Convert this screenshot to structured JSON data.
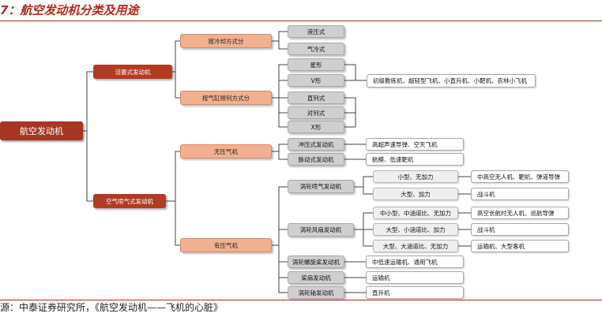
{
  "title": "7：航空发动机分类及用途",
  "source": "源：中泰证券研究所，《航空发动机——飞机的心脏》",
  "nodes": {
    "root": "航空发动机",
    "piston": "活塞式发动机",
    "airbreathing": "空气喷气式发动机",
    "by_cooling": "按冷却方式分",
    "by_cylinder": "按气缸排列方式分",
    "liquid_cooled": "液压式",
    "air_cooled": "气冷式",
    "star": "星形",
    "v": "V形",
    "inline": "直列式",
    "opposed": "对列式",
    "x": "X形",
    "compressorless": "无压气机",
    "compressor": "有压气机",
    "ramjet": "冲压式发动机",
    "pulsejet": "脉动式发动机",
    "turbojet": "涡轮喷气发动机",
    "turbofan": "涡轮风扇发动机",
    "turboprop": "涡轮螺旋桨发动机",
    "propfan": "桨扇发动机",
    "turboshaft": "涡轮轴发动机",
    "tj_small": "小型、无加力",
    "tj_large": "大型、加力",
    "tf_mid": "中小型、中涵道比、无加力",
    "tf_lowbypass": "大型、小涵道比、加力",
    "tf_highbypass": "大型、大涵道比、无加力"
  },
  "uses": {
    "piston_uses": "初级教练机、超轻型飞机、小直升机、小靶机、农林小飞机",
    "ramjet_use": "高超声速导弹、空天飞机",
    "pulsejet_use": "航模、低速靶机",
    "tj_small_use": "中高空无人机、靶机、弹道导弹",
    "tj_large_use": "战斗机",
    "tf_mid_use": "高空长航时无人机、巡航导弹",
    "tf_lowbypass_use": "战斗机",
    "tf_highbypass_use": "运输机、大型客机",
    "turboprop_use": "中低速运输机、通用飞机",
    "propfan_use": "运输机",
    "turboshaft_use": "直升机"
  }
}
